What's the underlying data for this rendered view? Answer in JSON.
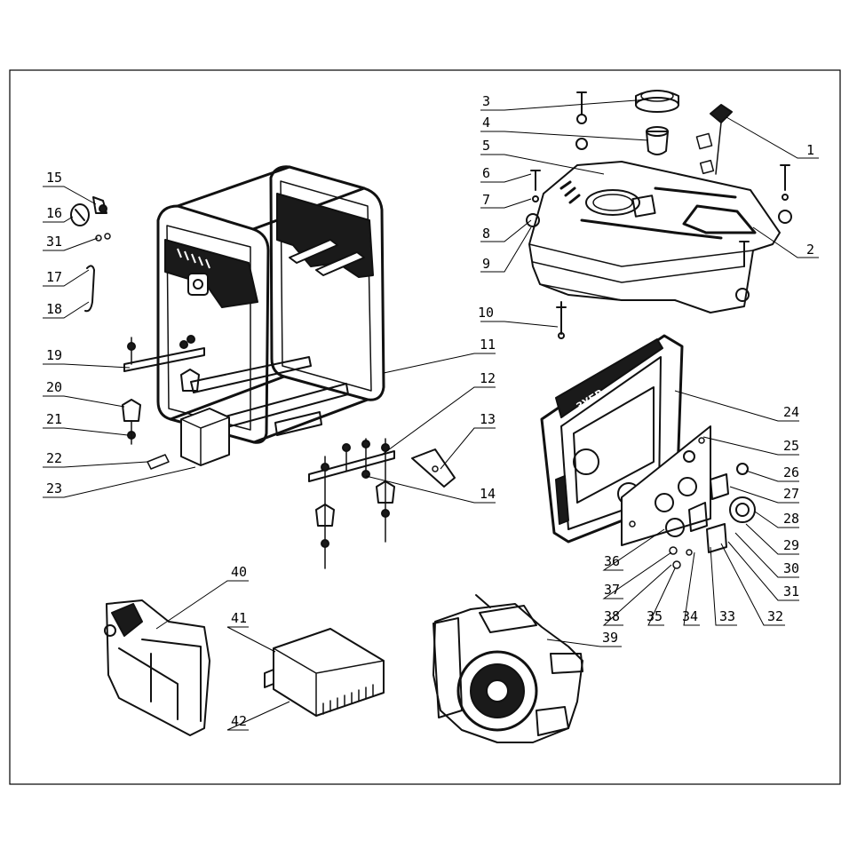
{
  "diagram": {
    "type": "exploded-parts-view",
    "brand_mark": "ЗУБР",
    "panel_mark": "ЗУБР",
    "callouts": [
      "1",
      "2",
      "3",
      "4",
      "5",
      "6",
      "7",
      "8",
      "9",
      "10",
      "11",
      "12",
      "13",
      "14",
      "15",
      "16",
      "17",
      "18",
      "19",
      "20",
      "21",
      "22",
      "23",
      "24",
      "25",
      "26",
      "27",
      "28",
      "29",
      "30",
      "31",
      "32",
      "33",
      "34",
      "35",
      "36",
      "37",
      "38",
      "39",
      "40",
      "41",
      "42"
    ],
    "colors": {
      "line": "#111111",
      "background": "#ffffff",
      "fill": "#1a1a1a"
    }
  }
}
